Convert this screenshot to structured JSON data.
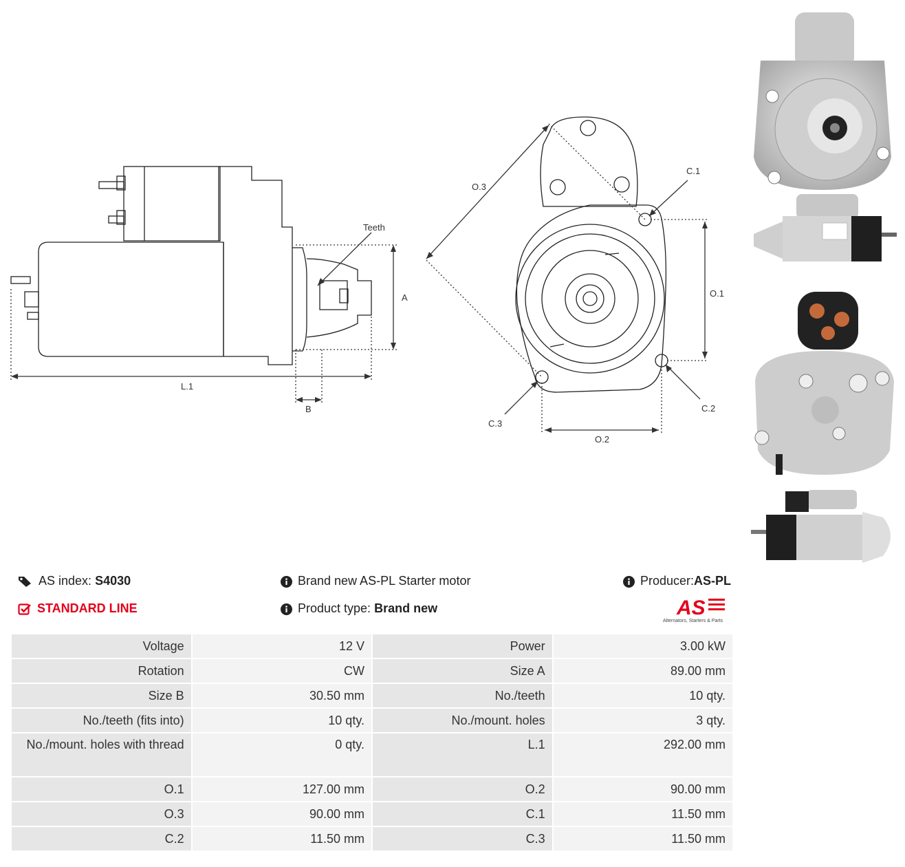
{
  "drawing": {
    "labels": {
      "teeth": "Teeth",
      "a": "A",
      "b": "B",
      "l1": "L.1",
      "o1": "O.1",
      "o2": "O.2",
      "o3": "O.3",
      "c1": "C.1",
      "c2": "C.2",
      "c3": "C.3"
    }
  },
  "info": {
    "as_index_label": "AS index:",
    "as_index_value": "S4030",
    "line": "STANDARD LINE",
    "brand_text": "Brand new AS-PL Starter motor",
    "product_type_label": "Product type:",
    "product_type_value": "Brand new",
    "producer_label": "Producer:",
    "producer_value": "AS-PL",
    "logo_text": "AS",
    "logo_tagline": "Alternators, Starters & Parts"
  },
  "specs": [
    {
      "l1": "Voltage",
      "v1": "12 V",
      "l2": "Power",
      "v2": "3.00 kW"
    },
    {
      "l1": "Rotation",
      "v1": "CW",
      "l2": "Size A",
      "v2": "89.00 mm"
    },
    {
      "l1": "Size B",
      "v1": "30.50 mm",
      "l2": "No./teeth",
      "v2": "10 qty."
    },
    {
      "l1": "No./teeth (fits into)",
      "v1": "10 qty.",
      "l2": "No./mount. holes",
      "v2": "3 qty."
    },
    {
      "l1": "No./mount. holes with thread",
      "v1": "0 qty.",
      "l2": "L.1",
      "v2": "292.00 mm"
    },
    {
      "l1": "O.1",
      "v1": "127.00 mm",
      "l2": "O.2",
      "v2": "90.00 mm"
    },
    {
      "l1": "O.3",
      "v1": "90.00 mm",
      "l2": "C.1",
      "v2": "11.50 mm"
    },
    {
      "l1": "C.2",
      "v1": "11.50 mm",
      "l2": "C.3",
      "v2": "11.50 mm"
    }
  ],
  "colors": {
    "brand_red": "#e3001b",
    "label_cell": "#e6e6e6",
    "value_cell": "#f3f3f3"
  }
}
